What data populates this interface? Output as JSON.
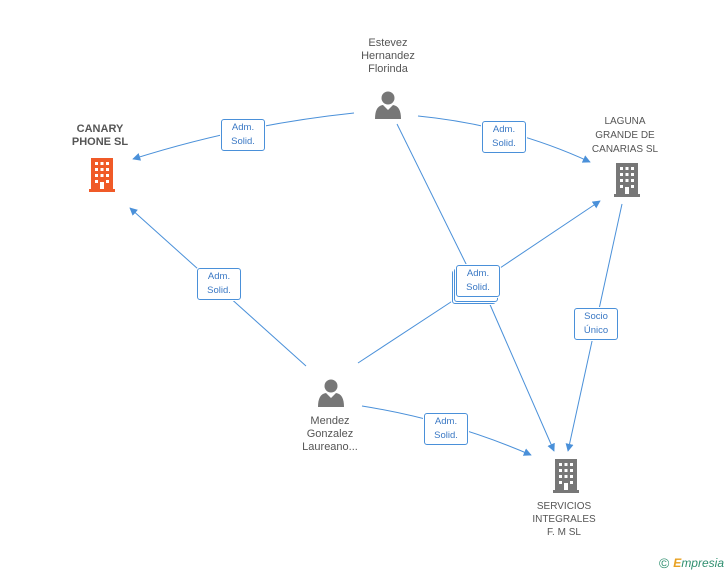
{
  "colors": {
    "edge": "#4a90d9",
    "person": "#777777",
    "company": "#777777",
    "company_highlight": "#f05a28",
    "badge_text": "#3a78c4"
  },
  "nodes": {
    "estevez": {
      "lines": [
        "Estevez",
        "Hernandez",
        "Florinda"
      ],
      "icon": "person-icon"
    },
    "canary": {
      "lines": [
        "CANARY",
        "PHONE SL"
      ],
      "icon": "building-icon"
    },
    "laguna": {
      "lines": [
        "LAGUNA",
        "GRANDE DE",
        "CANARIAS SL"
      ],
      "icon": "building-icon"
    },
    "mendez": {
      "lines": [
        "Mendez",
        "Gonzalez",
        "Laureano..."
      ],
      "icon": "person-icon"
    },
    "servicios": {
      "lines": [
        "SERVICIOS",
        "INTEGRALES",
        "F. M SL"
      ],
      "icon": "building-icon"
    }
  },
  "edges": {
    "estevez_canary": [
      "Adm.",
      "Solid."
    ],
    "estevez_laguna": [
      "Adm.",
      "Solid."
    ],
    "center_stack": [
      "Adm.",
      "Solid."
    ],
    "mendez_canary": [
      "Adm.",
      "Solid."
    ],
    "laguna_servicios": [
      "Socio",
      "Único"
    ],
    "mendez_servicios": [
      "Adm.",
      "Solid."
    ]
  },
  "footer": {
    "copyright_symbol": "©",
    "brand_first": "E",
    "brand_rest": "mpresia"
  }
}
